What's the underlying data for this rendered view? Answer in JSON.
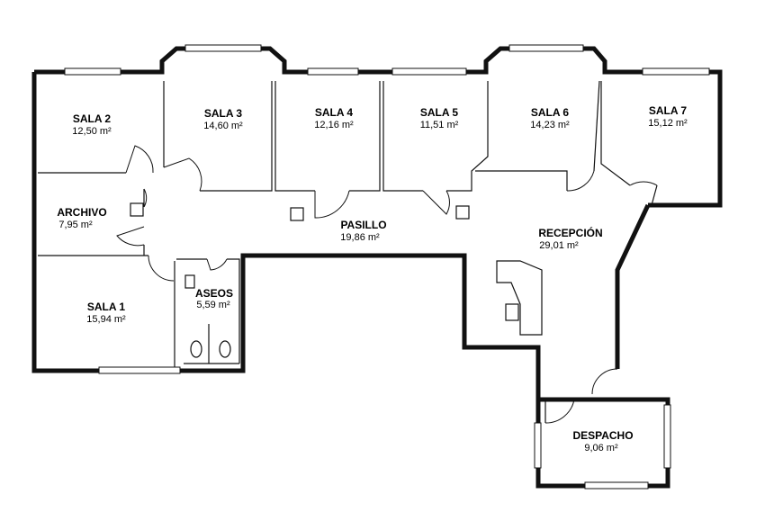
{
  "rooms": [
    {
      "id": "sala-2",
      "name": "SALA 2",
      "area": "12,50 m²"
    },
    {
      "id": "sala-3",
      "name": "SALA 3",
      "area": "14,60 m²"
    },
    {
      "id": "sala-4",
      "name": "SALA 4",
      "area": "12,16 m²"
    },
    {
      "id": "sala-5",
      "name": "SALA 5",
      "area": "11,51 m²"
    },
    {
      "id": "sala-6",
      "name": "SALA 6",
      "area": "14,23 m²"
    },
    {
      "id": "sala-7",
      "name": "SALA 7",
      "area": "15,12 m²"
    },
    {
      "id": "archivo",
      "name": "ARCHIVO",
      "area": "7,95 m²"
    },
    {
      "id": "pasillo",
      "name": "PASILLO",
      "area": "19,86 m²"
    },
    {
      "id": "recepcion",
      "name": "RECEPCIÓN",
      "area": "29,01 m²"
    },
    {
      "id": "aseos",
      "name": "ASEOS",
      "area": "5,59 m²"
    },
    {
      "id": "sala-1",
      "name": "SALA 1",
      "area": "15,94 m²"
    },
    {
      "id": "despacho",
      "name": "DESPACHO",
      "area": "9,06 m²"
    }
  ]
}
